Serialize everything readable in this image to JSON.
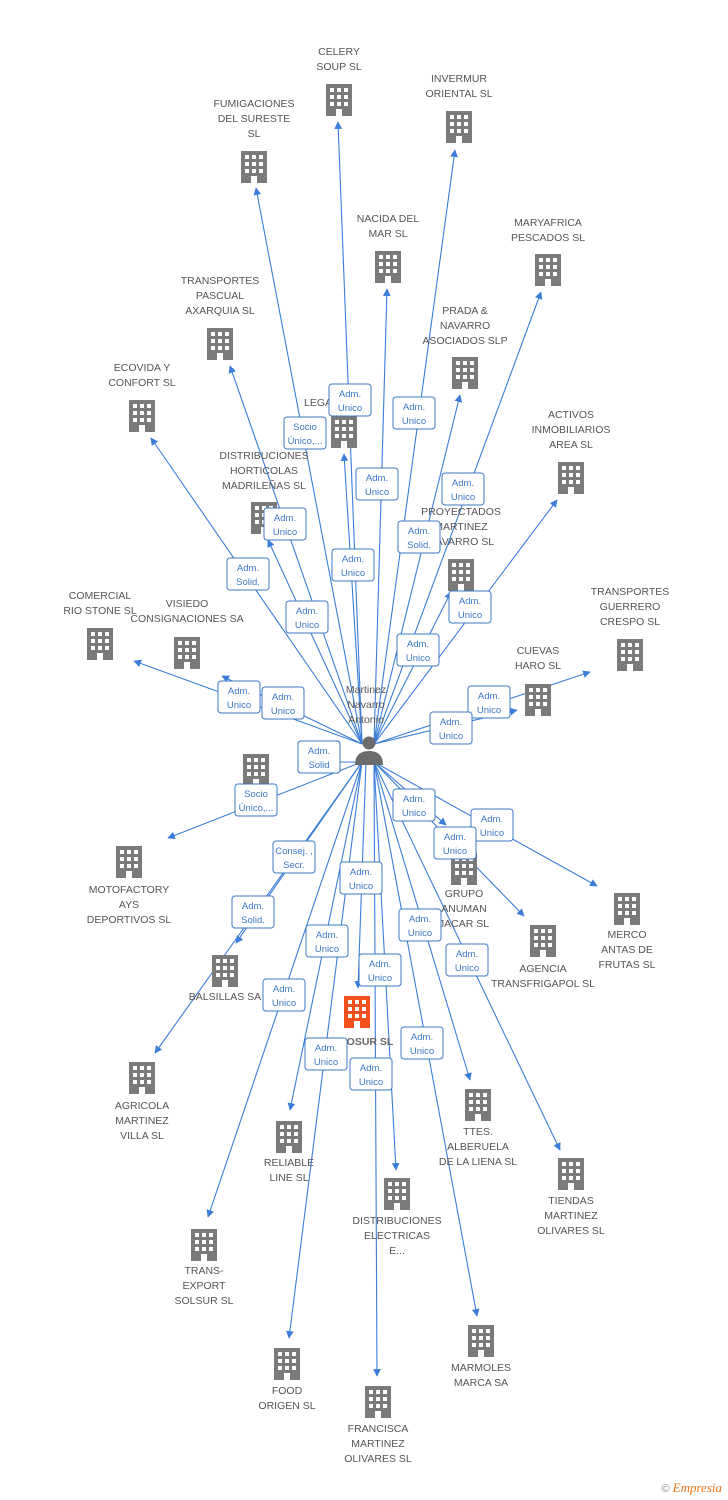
{
  "center_person": {
    "label_lines": [
      "Martinez",
      "Navarro",
      "Antonio"
    ],
    "icon": "person-icon"
  },
  "highlight_company": {
    "label": "OSUR SL",
    "color": "#f4511e"
  },
  "colors": {
    "edge": "#3b7dd8",
    "building": "#7a7a7a",
    "highlight": "#f4511e",
    "label_text": "#555555",
    "edge_label_text": "#3b78c4"
  },
  "nodes": [
    {
      "id": "celery",
      "lines": [
        "CELERY",
        "SOUP SL"
      ]
    },
    {
      "id": "invermur",
      "lines": [
        "INVERMUR",
        "ORIENTAL SL"
      ]
    },
    {
      "id": "fumigaciones",
      "lines": [
        "FUMIGACIONES",
        "DEL SURESTE",
        "SL"
      ]
    },
    {
      "id": "nacida",
      "lines": [
        "NACIDA DEL",
        "MAR SL"
      ]
    },
    {
      "id": "maryafrica",
      "lines": [
        "MARYAFRICA",
        "PESCADOS SL"
      ]
    },
    {
      "id": "transportes-pascual",
      "lines": [
        "TRANSPORTES",
        "PASCUAL",
        "AXARQUIA SL"
      ]
    },
    {
      "id": "prada",
      "lines": [
        "PRADA &",
        "NAVARRO",
        "ASOCIADOS SLP"
      ]
    },
    {
      "id": "ecovida",
      "lines": [
        "ECOVIDA Y",
        "CONFORT SL"
      ]
    },
    {
      "id": "lega",
      "lines": [
        "LEGA"
      ]
    },
    {
      "id": "activos",
      "lines": [
        "ACTIVOS",
        "INMOBILIARIOS",
        "AREA SL"
      ]
    },
    {
      "id": "distribuciones-horticolas",
      "lines": [
        "DISTRIBUCIONES",
        "HORTICOLAS",
        "MADRILEÑAS SL"
      ]
    },
    {
      "id": "proyectados",
      "lines": [
        "PROYECTADOS",
        "MARTINEZ",
        "NAVARRO SL"
      ]
    },
    {
      "id": "comercial-rio",
      "lines": [
        "COMERCIAL",
        "RIO STONE SL"
      ]
    },
    {
      "id": "visiedo",
      "lines": [
        "VISIEDO",
        "CONSIGNACIONES SA"
      ]
    },
    {
      "id": "transportes-guerrero",
      "lines": [
        "TRANSPORTES",
        "GUERRERO",
        "CRESPO SL"
      ]
    },
    {
      "id": "cuevas",
      "lines": [
        "CUEVAS",
        "HARO SL"
      ]
    },
    {
      "id": "tu",
      "lines": [
        "TU...SL"
      ]
    },
    {
      "id": "motofactory",
      "lines": [
        "MOTOFACTORY",
        "AYS",
        "DEPORTIVOS SL"
      ]
    },
    {
      "id": "grupo-anuman",
      "lines": [
        "GRUPO",
        "ANUMAN",
        "JACAR SL"
      ]
    },
    {
      "id": "merco",
      "lines": [
        "MERCO",
        "ANTAS DE",
        "FRUTAS SL"
      ]
    },
    {
      "id": "agencia",
      "lines": [
        "AGENCIA",
        "TRANSFRIGAPOL SL"
      ]
    },
    {
      "id": "balsillas",
      "lines": [
        "BALSILLAS SA"
      ]
    },
    {
      "id": "agricola",
      "lines": [
        "AGRICOLA",
        "MARTINEZ",
        "VILLA SL"
      ]
    },
    {
      "id": "ttes",
      "lines": [
        "TTES.",
        "ALBERUELA",
        "DE LA LIENA SL"
      ]
    },
    {
      "id": "reliable",
      "lines": [
        "RELIABLE",
        "LINE SL"
      ]
    },
    {
      "id": "tiendas",
      "lines": [
        "TIENDAS",
        "MARTINEZ",
        "OLIVARES SL"
      ]
    },
    {
      "id": "distribuciones-electricas",
      "lines": [
        "DISTRIBUCIONES",
        "ELECTRICAS",
        "E..."
      ]
    },
    {
      "id": "trans-export",
      "lines": [
        "TRANS-",
        "EXPORT",
        "SOLSUR SL"
      ]
    },
    {
      "id": "marmoles",
      "lines": [
        "MARMOLES",
        "MARCA SA"
      ]
    },
    {
      "id": "food",
      "lines": [
        "FOOD",
        "ORIGEN  SL"
      ]
    },
    {
      "id": "francisca",
      "lines": [
        "FRANCISCA",
        "MARTINEZ",
        "OLIVARES SL"
      ]
    }
  ],
  "edge_labels": [
    [
      "Adm.",
      "Unico"
    ],
    [
      "Socio",
      "Único,..."
    ],
    [
      "Adm.",
      "Unico"
    ],
    [
      "Adm.",
      "Unico"
    ],
    [
      "Adm.",
      "Unico"
    ],
    [
      "Adm.",
      "Unico"
    ],
    [
      "Adm.",
      "Solid."
    ],
    [
      "Adm.",
      "Unico"
    ],
    [
      "Adm.",
      "Solid."
    ],
    [
      "Adm.",
      "Unico"
    ],
    [
      "Adm.",
      "Unico"
    ],
    [
      "Adm.",
      "Unico"
    ],
    [
      "Adm.",
      "Unico"
    ],
    [
      "Adm.",
      "Unico"
    ],
    [
      "Adm.",
      "Unico"
    ],
    [
      "Adm.",
      "Unico"
    ],
    [
      "Adm.",
      "Unico"
    ],
    [
      "Adm.",
      "Solid"
    ],
    [
      "Socio",
      "Único,..."
    ],
    [
      "Adm.",
      "Unico"
    ],
    [
      "Adm.",
      "Unico"
    ],
    [
      "Adm.",
      "Unico"
    ],
    [
      "Consej. ,",
      "Secr."
    ],
    [
      "Adm.",
      "Unico"
    ],
    [
      "Adm.",
      "Solid."
    ],
    [
      "Adm.",
      "Unico"
    ],
    [
      "Adm.",
      "Unico"
    ],
    [
      "Adm.",
      "Unico"
    ],
    [
      "Adm.",
      "Unico"
    ],
    [
      "Adm.",
      "Unico"
    ],
    [
      "Adm.",
      "Unico"
    ],
    [
      "Adm.",
      "Unico"
    ],
    [
      "Adm.",
      "Unico"
    ],
    [
      "Adm.",
      "Unico"
    ]
  ],
  "watermark": {
    "copyright": "©",
    "brand": "Empresia"
  }
}
